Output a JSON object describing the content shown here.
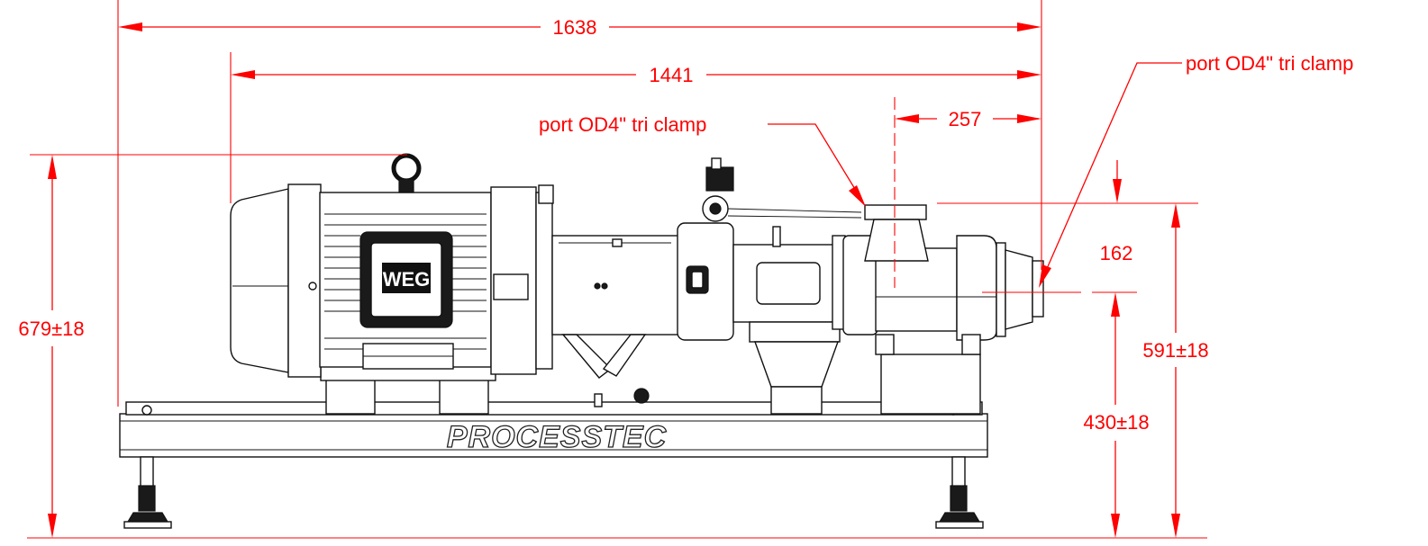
{
  "dimensions": {
    "overall_length": "1638",
    "frame_length": "1441",
    "port_offset": "257",
    "port_height_diff": "162",
    "overall_height": "679±18",
    "port_height": "591±18",
    "inlet_height": "430±18"
  },
  "callouts": {
    "port_top": "port OD4\" tri clamp",
    "port_side": "port OD4\" tri clamp"
  },
  "branding": {
    "frame_logo": "PROCESSTEC",
    "motor_logo": "WEG"
  },
  "colors": {
    "dimension": "#ff0000",
    "drawing": "#111111"
  }
}
